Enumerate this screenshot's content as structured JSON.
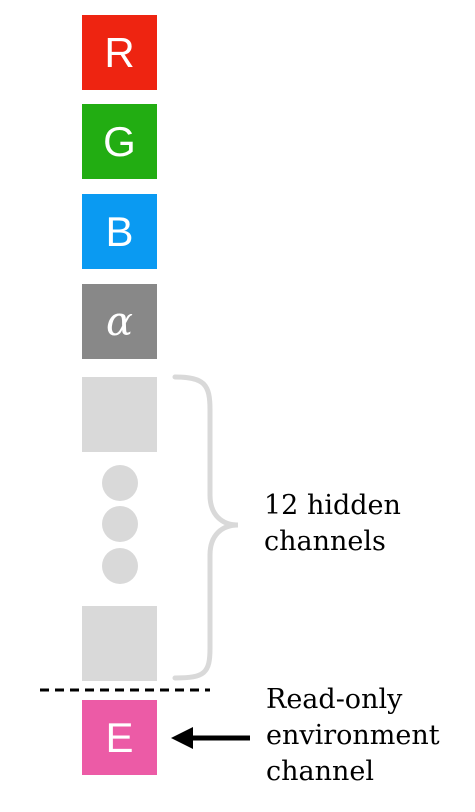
{
  "channels": [
    {
      "id": "R",
      "label": "R",
      "color": "#ee2411"
    },
    {
      "id": "G",
      "label": "G",
      "color": "#22ad12"
    },
    {
      "id": "B",
      "label": "B",
      "color": "#0a9af2"
    },
    {
      "id": "alpha",
      "label": "α",
      "color": "#888888"
    }
  ],
  "hidden_label": {
    "line1": "12 hidden",
    "line2": "channels"
  },
  "environment": {
    "label": "E",
    "color": "#ec5ba6",
    "caption_line1": "Read-only",
    "caption_line2": "environment",
    "caption_line3": "channel"
  },
  "colors": {
    "hidden_channel": "#d9d9d9",
    "brace": "#d9d9d9",
    "divider": "#000000",
    "arrow": "#000000"
  }
}
